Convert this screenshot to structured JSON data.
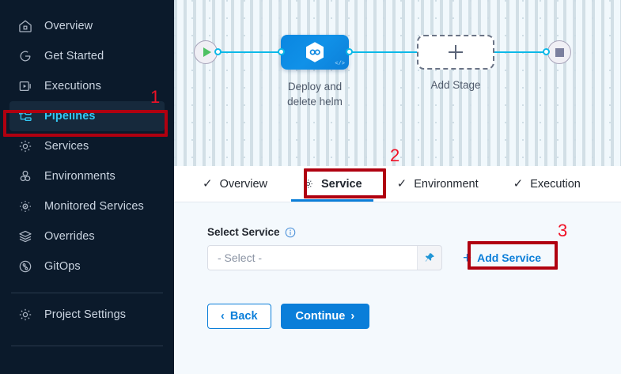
{
  "sidebar": {
    "items": [
      {
        "label": "Overview",
        "icon": "home-icon",
        "active": false
      },
      {
        "label": "Get Started",
        "icon": "get-started-icon",
        "active": false
      },
      {
        "label": "Executions",
        "icon": "executions-icon",
        "active": false
      },
      {
        "label": "Pipelines",
        "icon": "pipelines-icon",
        "active": true
      },
      {
        "label": "Services",
        "icon": "gear-icon",
        "active": false
      },
      {
        "label": "Environments",
        "icon": "environments-icon",
        "active": false
      },
      {
        "label": "Monitored Services",
        "icon": "monitored-services-icon",
        "active": false
      },
      {
        "label": "Overrides",
        "icon": "layers-icon",
        "active": false
      },
      {
        "label": "GitOps",
        "icon": "gitops-icon",
        "active": false
      }
    ],
    "footer": {
      "label": "Project Settings",
      "icon": "gear-icon"
    },
    "active_color": "#33c8f4",
    "background": "#0b1a2b"
  },
  "canvas": {
    "start_node": {
      "icon": "play-icon"
    },
    "end_node": {
      "icon": "stop-icon"
    },
    "stage": {
      "label": "Deploy and\ndelete helm",
      "label_line1": "Deploy and",
      "label_line2": "delete helm",
      "icon": "helm-hexagon-icon",
      "badge": "code-icon",
      "color": "#0d88e1"
    },
    "add_stage": {
      "label": "Add Stage",
      "icon": "plus-icon"
    }
  },
  "tabs": [
    {
      "label": "Overview",
      "icon": "check-icon",
      "current": false
    },
    {
      "label": "Service",
      "icon": "gear-icon",
      "current": true
    },
    {
      "label": "Environment",
      "icon": "check-icon",
      "current": false
    },
    {
      "label": "Execution",
      "icon": "check-icon",
      "current": false
    }
  ],
  "form": {
    "select_service_label": "Select Service",
    "select_service_info_icon": "info-icon",
    "select_placeholder": "- Select -",
    "pin_icon": "pin-icon",
    "add_service_label": "Add Service",
    "add_service_icon": "plus-icon",
    "back_label": "Back",
    "back_icon": "chevron-left-icon",
    "continue_label": "Continue",
    "continue_icon": "chevron-right-icon",
    "accent_color": "#0a7ed9"
  },
  "annotations": {
    "color": "#b00010",
    "number_color": "#f01126",
    "items": [
      {
        "number": "1",
        "target": "sidebar-item-pipelines"
      },
      {
        "number": "2",
        "target": "tab-service"
      },
      {
        "number": "3",
        "target": "add-service-button"
      }
    ]
  }
}
